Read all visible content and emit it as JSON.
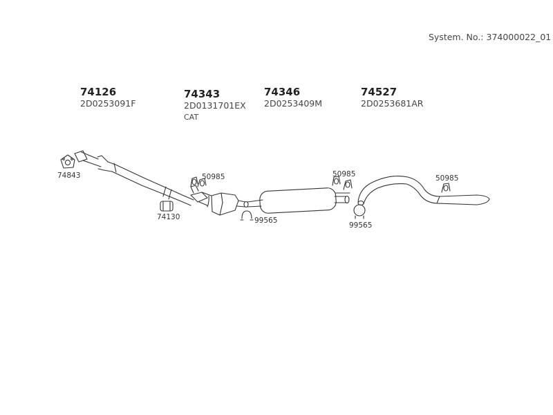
{
  "system_number": "System. No.: 374000022_01",
  "assemblies": [
    {
      "number": "74126",
      "code": "2D0253091F",
      "note": ""
    },
    {
      "number": "74343",
      "code": "2D0131701EX",
      "note": "CAT"
    },
    {
      "number": "74346",
      "code": "2D0253409M",
      "note": ""
    },
    {
      "number": "74527",
      "code": "2D0253681AR",
      "note": ""
    }
  ],
  "part_labels": {
    "gasket": "74843",
    "clamp": "74130",
    "hanger_front": "50985",
    "clamp_front": "99565",
    "hanger_mid": "50985",
    "clamp_rear": "99565",
    "hanger_rear": "50985"
  }
}
